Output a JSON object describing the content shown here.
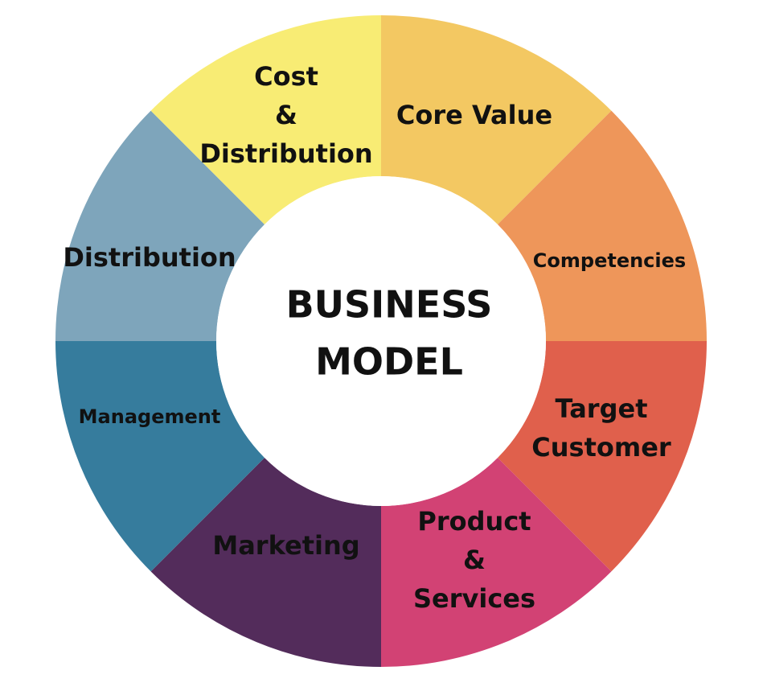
{
  "center": {
    "line1": "BUSINESS",
    "line2": "MODEL"
  },
  "segments": [
    {
      "id": "core-value",
      "lines": [
        "Core Value"
      ],
      "color": "#F3C862"
    },
    {
      "id": "competencies",
      "lines": [
        "Competencies"
      ],
      "color": "#EE965A"
    },
    {
      "id": "target-customer",
      "lines": [
        "Target",
        "Customer"
      ],
      "color": "#E0604C"
    },
    {
      "id": "product-services",
      "lines": [
        "Product",
        "&",
        "Services"
      ],
      "color": "#D24274"
    },
    {
      "id": "marketing",
      "lines": [
        "Marketing"
      ],
      "color": "#532C5B"
    },
    {
      "id": "management",
      "lines": [
        "Management"
      ],
      "color": "#367C9D"
    },
    {
      "id": "distribution",
      "lines": [
        "Distribution"
      ],
      "color": "#7EA5BB"
    },
    {
      "id": "cost-distribution",
      "lines": [
        "Cost",
        "&",
        "Distribution"
      ],
      "color": "#F8EC74"
    }
  ]
}
